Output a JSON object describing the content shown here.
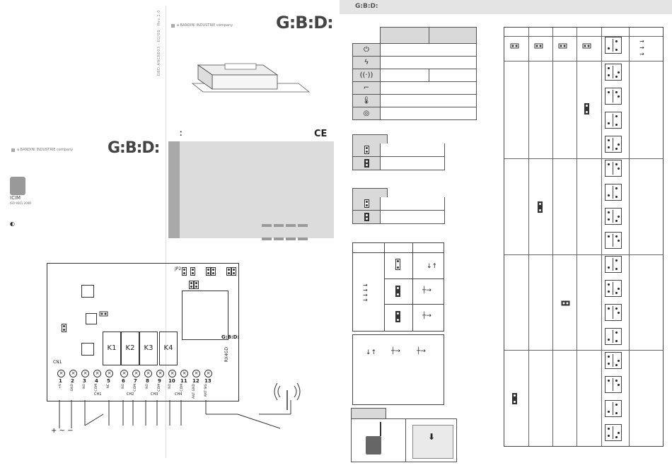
{
  "left_cover": {
    "vertical_code": "GBD ANCRE03 · 01/08 · Rev.1.0",
    "tagline": "a BANDINI INDUSTRIE company",
    "logo": "G:B:D:",
    "second_tagline": "a BANDINI INDUSTRIE company",
    "second_logo": "G:B:D:",
    "cert_label": "ICIM",
    "cert_sub": "ISO 9001:2008",
    "ce_mark": "CE"
  },
  "circuit": {
    "jumper_label": "JP2",
    "connector_label": "CN1",
    "relays": [
      "K1",
      "K2",
      "K3",
      "K4"
    ],
    "board_brand": "G:B:D:",
    "board_model": "RX4GD",
    "terminal_numbers": [
      "1",
      "2",
      "3",
      "4",
      "5",
      "6",
      "7",
      "8",
      "9",
      "10",
      "11",
      "12",
      "13"
    ],
    "terminal_labels": [
      "+V",
      "GND",
      "NO",
      "COM",
      "NC",
      "NO",
      "COM",
      "NO",
      "COM",
      "NO",
      "COM",
      "ANT GND",
      "ANT SIG"
    ],
    "channel_labels": [
      "CH1",
      "CH2",
      "CH3",
      "CH4"
    ],
    "power_symbol": "+ ~ −"
  },
  "right_header": {
    "mini_logo": "G:B:D:"
  },
  "icons": {
    "spec_rows": [
      "plug-icon",
      "lightning-icon",
      "radio-icon",
      "switch-icon",
      "thermometer-icon",
      "memory-icon"
    ],
    "accent_grey": "#d9d9d9"
  }
}
